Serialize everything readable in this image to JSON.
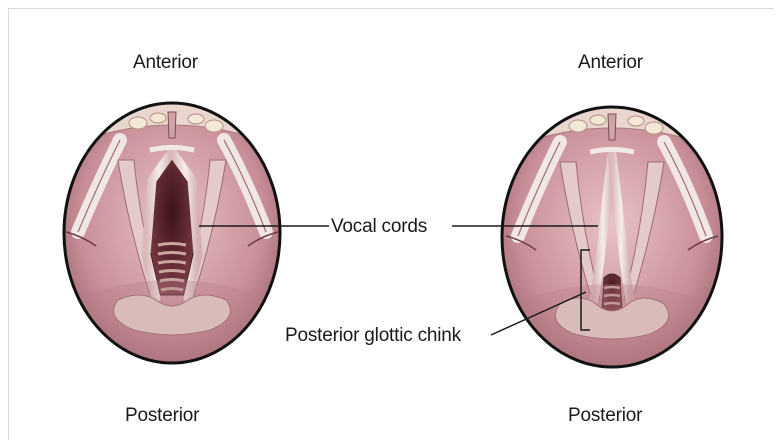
{
  "left_view": {
    "top_label": "Anterior",
    "bottom_label": "Posterior"
  },
  "right_view": {
    "top_label": "Anterior",
    "bottom_label": "Posterior"
  },
  "callouts": {
    "vocal_cords": "Vocal cords",
    "posterior_glottic_chink": "Posterior glottic chink"
  },
  "colors": {
    "tissue_pink": "#d7a7ad",
    "fold_white": "#efe3e1",
    "glottis_dark": "#5a2a30",
    "outline": "#111111"
  }
}
